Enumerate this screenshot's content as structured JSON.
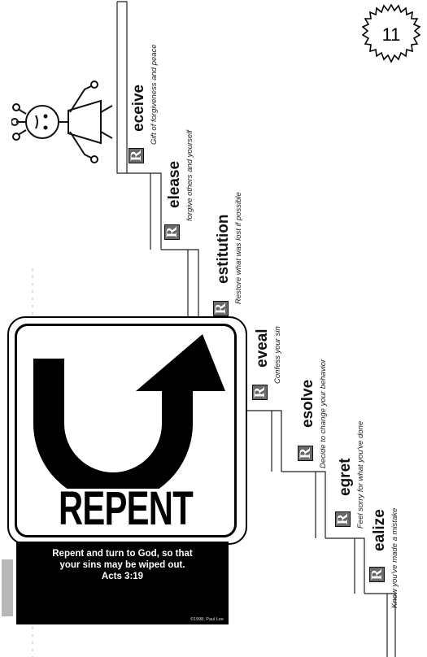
{
  "page_number": "11",
  "steps": [
    {
      "letter": "R",
      "word": "eceive",
      "description": "Gift of forgiveness and peace"
    },
    {
      "letter": "R",
      "word": "elease",
      "description": "forgive others and yourself"
    },
    {
      "letter": "R",
      "word": "estitution",
      "description": "Restore what was lost if possible"
    },
    {
      "letter": "R",
      "word": "eveal",
      "description": "Confess your sin"
    },
    {
      "letter": "R",
      "word": "esolve",
      "description": "Decide to change your behavior"
    },
    {
      "letter": "R",
      "word": "egret",
      "description": "Feel sorry for what you've done"
    },
    {
      "letter": "R",
      "word": "ealize",
      "description": "Know you've made a mistake"
    }
  ],
  "sign": {
    "title": "REPENT",
    "verse_line1": "Repent and turn to God, so that",
    "verse_line2": "your sins may be wiped out.",
    "reference": "Acts 3:19",
    "credit": "©1998, Paul Lee"
  }
}
